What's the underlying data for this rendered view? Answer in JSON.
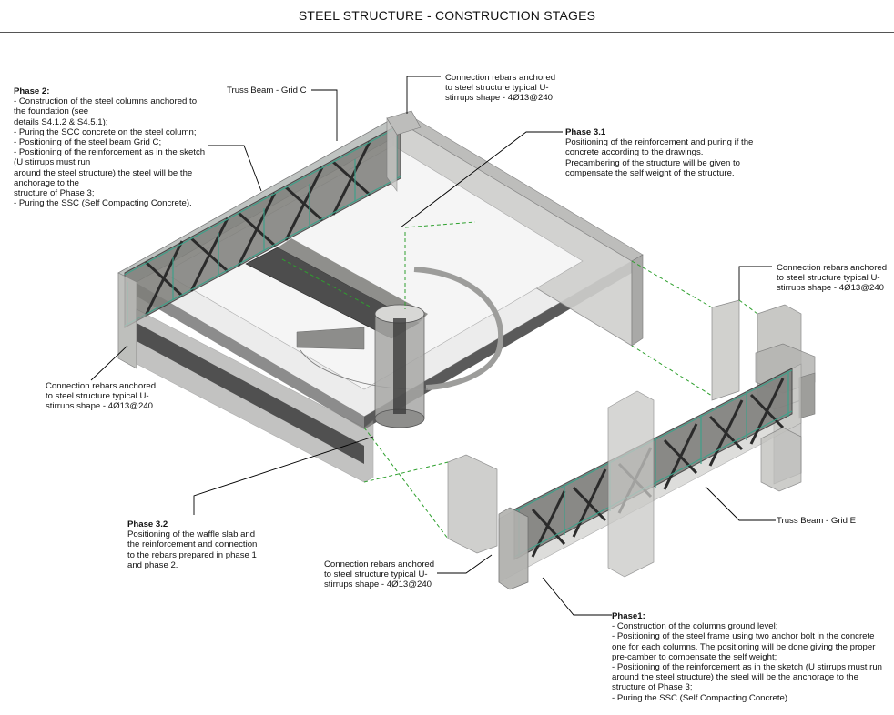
{
  "title": "STEEL STRUCTURE - CONSTRUCTION STAGES",
  "colors": {
    "leader": "#000000",
    "guide": "#2ea02e",
    "truss": "#2b2b2b",
    "rebar": "#3fa08a",
    "concrete": "#c9c9c6"
  },
  "annotations": {
    "phase2": {
      "heading": "Phase 2",
      "lines": [
        "- Construction of the steel columns anchored to",
        "the foundation (see",
        "details S4.1.2 & S4.5.1);",
        "- Puring the SCC concrete on the steel column;",
        "- Positioning of the steel beam Grid C;",
        "- Positioning of the reinforcement as in the sketch",
        "(U stirrups must run",
        "around the steel structure) the steel will be the",
        "anchorage to the",
        "structure of Phase 3;",
        "- Puring the SSC (Self Compacting Concrete)."
      ]
    },
    "truss_c": {
      "text": "Truss Beam - Grid C"
    },
    "conn_top": {
      "lines": [
        "Connection rebars anchored",
        "to steel structure typical U-",
        "stirrups shape - 4Ø13@240"
      ]
    },
    "phase31": {
      "heading": "Phase 3.1",
      "lines": [
        "Positioning of the reinforcement and puring if the",
        "concrete according to the drawings.",
        "Precambering of the structure will be given to",
        "compensate the self weight of the structure."
      ]
    },
    "conn_right": {
      "lines": [
        "Connection rebars anchored",
        "to steel structure typical U-",
        "stirrups shape - 4Ø13@240"
      ]
    },
    "conn_left": {
      "lines": [
        "Connection rebars anchored",
        "to steel structure typical U-",
        "stirrups shape - 4Ø13@240"
      ]
    },
    "truss_e": {
      "text": "Truss Beam - Grid E"
    },
    "phase32": {
      "heading": "Phase 3.2",
      "lines": [
        "Positioning of the waffle slab and",
        "the reinforcement and connection",
        "to the rebars prepared in phase 1",
        "and phase 2."
      ]
    },
    "conn_bottom": {
      "lines": [
        "Connection rebars anchored",
        "to steel structure typical U-",
        "stirrups shape - 4Ø13@240"
      ]
    },
    "phase1": {
      "heading": "Phase1",
      "lines": [
        "- Construction of the columns ground level;",
        "- Positioning of the steel frame using two anchor bolt in the concrete",
        "one for each columns. The positioning will be done giving the proper",
        "pre-camber to compensate the self weight;",
        "- Positioning of the reinforcement as in the sketch (U stirrups must run",
        "around the steel structure) the steel will be the anchorage to the",
        "structure of Phase 3;",
        "- Puring the SSC (Self Compacting Concrete)."
      ]
    }
  }
}
